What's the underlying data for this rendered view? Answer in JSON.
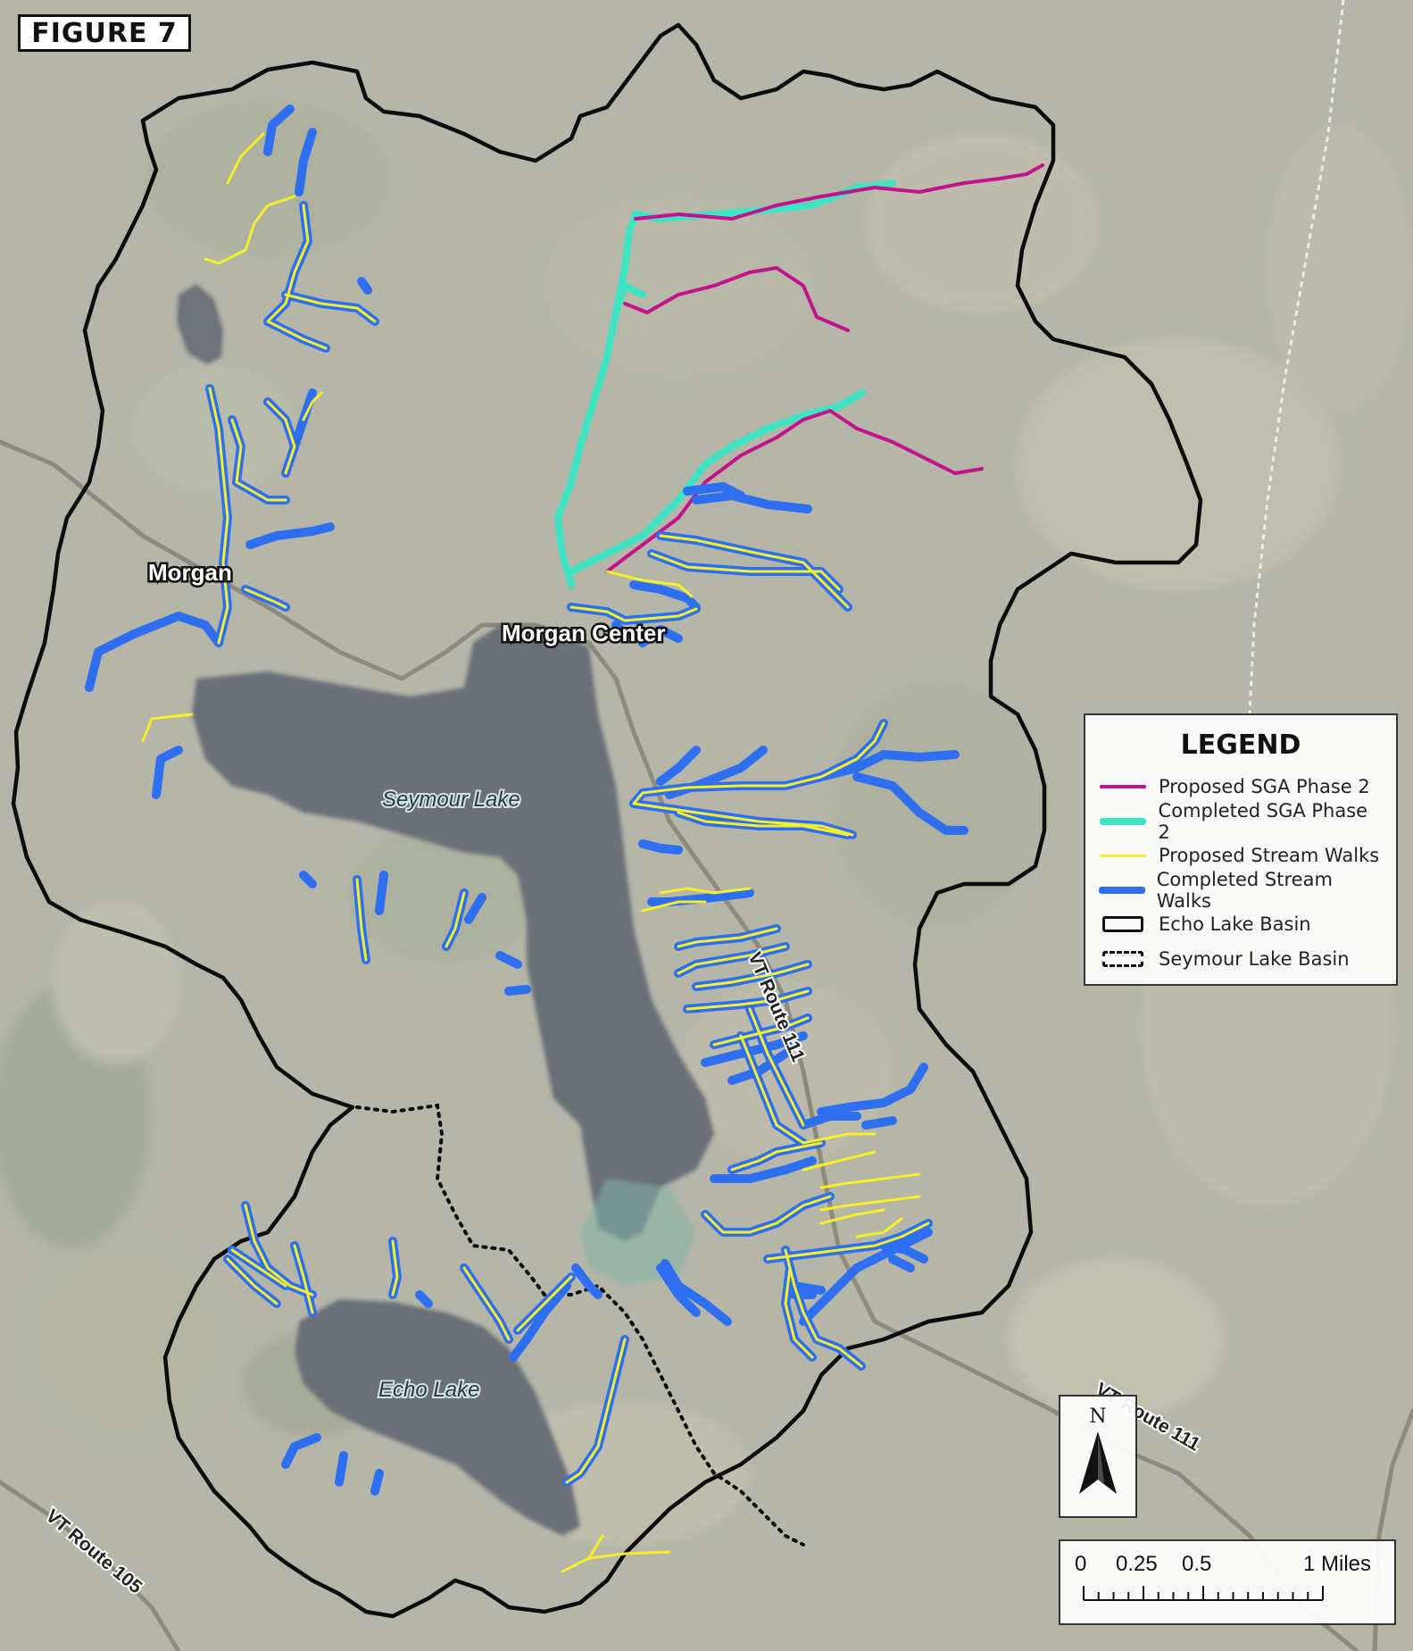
{
  "figure_label": "FIGURE 7",
  "place_labels": {
    "morgan": "Morgan",
    "morgan_center": "Morgan Center",
    "seymour_lake": "Seymour Lake",
    "echo_lake": "Echo Lake",
    "vt_route_111_a": "VT Route 111",
    "vt_route_111_b": "VT Route 111",
    "vt_route_105": "VT Route 105"
  },
  "legend": {
    "title": "LEGEND",
    "items": [
      {
        "label": "Proposed SGA Phase 2",
        "color": "#c2128c"
      },
      {
        "label": "Completed SGA Phase 2",
        "color": "#3de3c3"
      },
      {
        "label": "Proposed Stream Walks",
        "color": "#f5ef2a"
      },
      {
        "label": "Completed Stream Walks",
        "color": "#2e6ff2"
      },
      {
        "label": "Echo Lake Basin",
        "color": "#111111"
      },
      {
        "label": "Seymour Lake Basin",
        "color": "#111111"
      }
    ]
  },
  "north_arrow": {
    "label": "N"
  },
  "scale_bar": {
    "labels": [
      "0",
      "0.25",
      "0.5",
      "1 Miles"
    ],
    "values": [
      0,
      0.25,
      0.5,
      1
    ]
  },
  "colors": {
    "imagery_base": "#b7b7a8",
    "water": "#6b7078",
    "road": "#8d8b7e"
  }
}
